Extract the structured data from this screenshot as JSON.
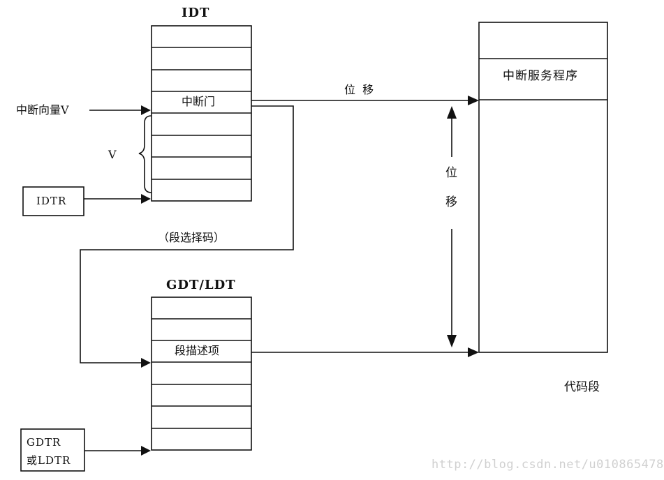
{
  "idt": {
    "title": "IDT",
    "gate_label": "中断门"
  },
  "gdt": {
    "title": "GDT/LDT",
    "descriptor_label": "段描述项"
  },
  "code_segment": {
    "isr_label": "中断服务程序",
    "caption": "代码段"
  },
  "labels": {
    "interrupt_vector": "中断向量V",
    "v": "V",
    "offset_top": "位  移",
    "offset_vertical_1": "位",
    "offset_vertical_2": "移",
    "selector": "（段选择码）"
  },
  "registers": {
    "idtr": "IDTR",
    "gdtr_line1": "GDTR",
    "gdtr_line2": "或LDTR"
  },
  "watermark": "http://blog.csdn.net/u010865478",
  "colors": {
    "ink": "#111111",
    "watermark": "#d0d0d0"
  }
}
